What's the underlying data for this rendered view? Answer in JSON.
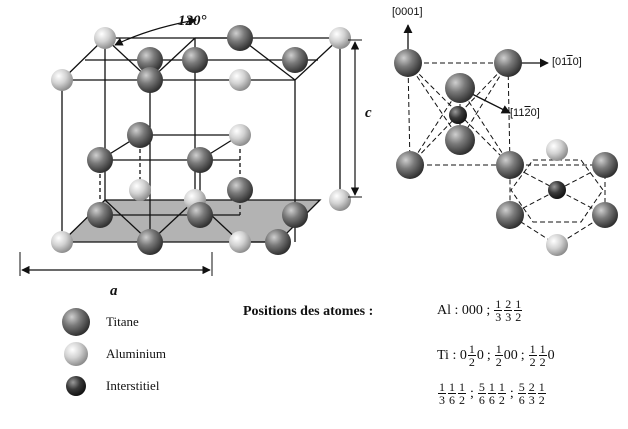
{
  "labels": {
    "angle": "120°",
    "c": "c",
    "a": "a",
    "dir_0001": "[0001]",
    "dir_01_1bar_0": "[01",
    "dir_01_1bar_0_bar": "1",
    "dir_01_1bar_0_end": "0]",
    "dir_11_2bar_0": "[11",
    "dir_11_2bar_0_bar": "2",
    "dir_11_2bar_0_end": "0]"
  },
  "legend": [
    {
      "label": "Titane",
      "color": "#555555"
    },
    {
      "label": "Aluminium",
      "color": "#c8c8c8"
    },
    {
      "label": "Interstitiel",
      "color": "#2a2a2a"
    }
  ],
  "positions": {
    "title": "Positions des atomes :",
    "al_prefix": "Al : 000 ;",
    "ti_prefix": "Ti : 0",
    "al_frac": [
      "1",
      "3",
      "2",
      "3",
      "1",
      "2"
    ],
    "ti_line1": [
      "1",
      "2",
      "1",
      "2",
      "1",
      "2",
      "1",
      "2"
    ],
    "ti_line2": [
      "1",
      "3",
      "1",
      "6",
      "1",
      "2",
      "5",
      "6",
      "1",
      "6",
      "1",
      "2",
      "5",
      "6",
      "2",
      "3",
      "1",
      "2"
    ],
    "sep": ";",
    "zero": "0",
    "zz": "00"
  }
}
